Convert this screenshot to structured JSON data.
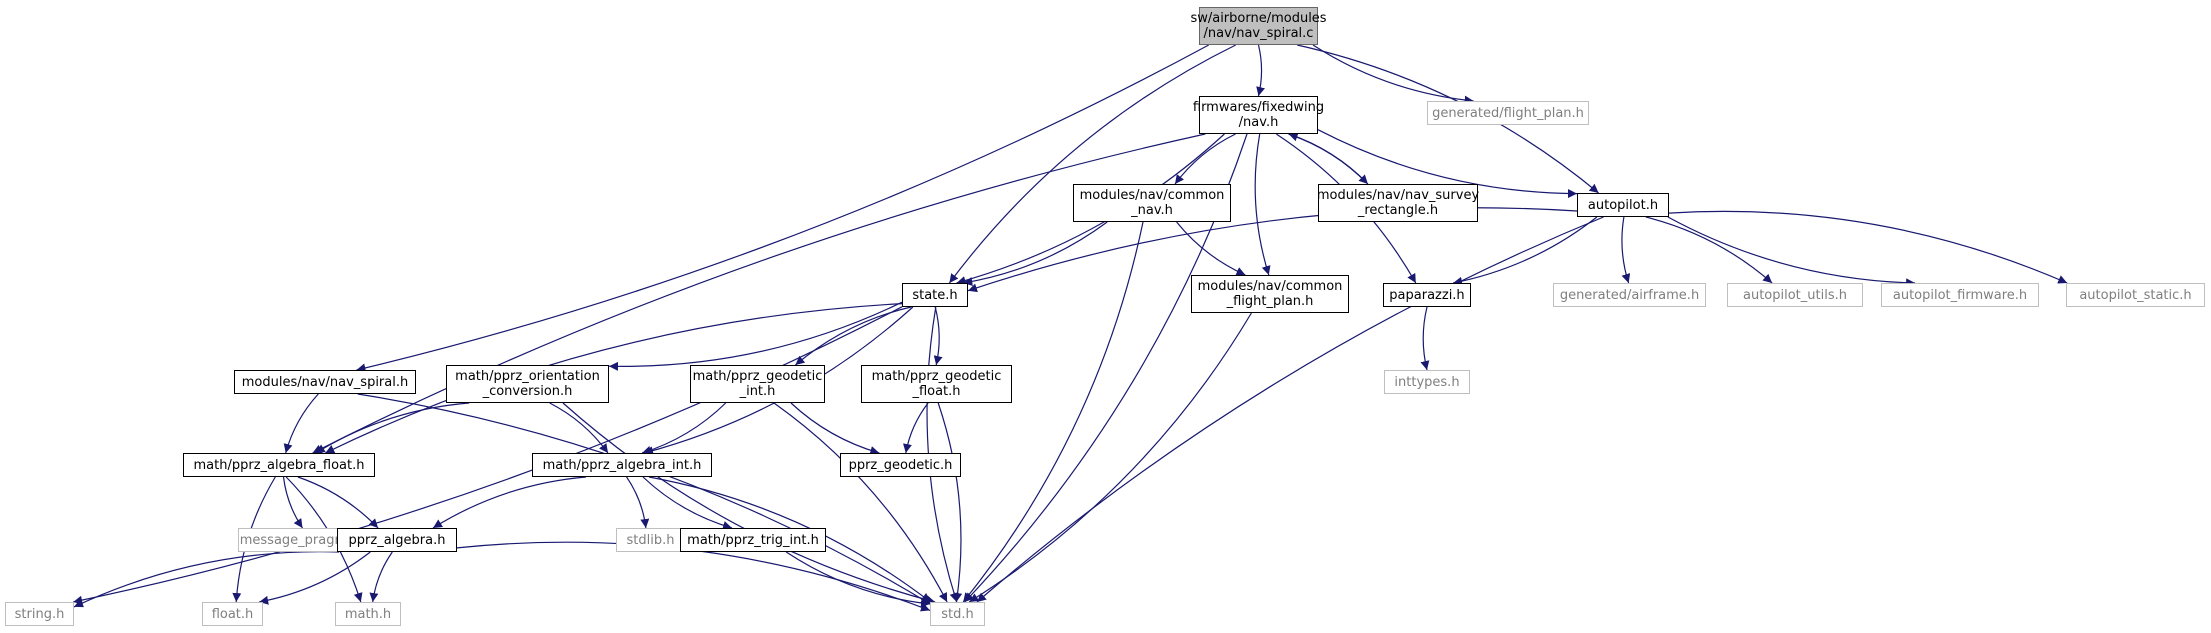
{
  "graph": {
    "root": "nav_spiral_c",
    "nodes": [
      {
        "id": "nav_spiral_c",
        "label": "sw/airborne/modules\n/nav/nav_spiral.c",
        "style": "root"
      },
      {
        "id": "nav_h",
        "label": "firmwares/fixedwing\n/nav.h",
        "style": "link"
      },
      {
        "id": "flight_plan_h",
        "label": "generated/flight_plan.h",
        "style": "gray"
      },
      {
        "id": "common_nav_h",
        "label": "modules/nav/common\n_nav.h",
        "style": "link"
      },
      {
        "id": "survey_rect_h",
        "label": "modules/nav/nav_survey\n_rectangle.h",
        "style": "link"
      },
      {
        "id": "autopilot_h",
        "label": "autopilot.h",
        "style": "link"
      },
      {
        "id": "state_h",
        "label": "state.h",
        "style": "link"
      },
      {
        "id": "common_fp_h",
        "label": "modules/nav/common\n_flight_plan.h",
        "style": "link"
      },
      {
        "id": "paparazzi_h",
        "label": "paparazzi.h",
        "style": "link"
      },
      {
        "id": "airframe_h",
        "label": "generated/airframe.h",
        "style": "gray"
      },
      {
        "id": "ap_utils_h",
        "label": "autopilot_utils.h",
        "style": "gray"
      },
      {
        "id": "ap_firmware_h",
        "label": "autopilot_firmware.h",
        "style": "gray"
      },
      {
        "id": "ap_static_h",
        "label": "autopilot_static.h",
        "style": "gray"
      },
      {
        "id": "nav_spiral_h",
        "label": "modules/nav/nav_spiral.h",
        "style": "link"
      },
      {
        "id": "orient_conv_h",
        "label": "math/pprz_orientation\n_conversion.h",
        "style": "link"
      },
      {
        "id": "geo_int_h",
        "label": "math/pprz_geodetic\n_int.h",
        "style": "link"
      },
      {
        "id": "geo_float_h",
        "label": "math/pprz_geodetic\n_float.h",
        "style": "link"
      },
      {
        "id": "inttypes_h",
        "label": "inttypes.h",
        "style": "gray"
      },
      {
        "id": "alg_float_h",
        "label": "math/pprz_algebra_float.h",
        "style": "link"
      },
      {
        "id": "alg_int_h",
        "label": "math/pprz_algebra_int.h",
        "style": "link"
      },
      {
        "id": "pprz_geodetic_h",
        "label": "pprz_geodetic.h",
        "style": "link"
      },
      {
        "id": "msg_pragmas_h",
        "label": "message_pragmas.h",
        "style": "gray"
      },
      {
        "id": "pprz_algebra_h",
        "label": "pprz_algebra.h",
        "style": "link"
      },
      {
        "id": "stdlib_h",
        "label": "stdlib.h",
        "style": "gray"
      },
      {
        "id": "trig_int_h",
        "label": "math/pprz_trig_int.h",
        "style": "link"
      },
      {
        "id": "string_h",
        "label": "string.h",
        "style": "gray"
      },
      {
        "id": "float_h",
        "label": "float.h",
        "style": "gray"
      },
      {
        "id": "math_h",
        "label": "math.h",
        "style": "gray"
      },
      {
        "id": "std_h",
        "label": "std.h",
        "style": "gray"
      }
    ],
    "edges": [
      [
        "nav_spiral_c",
        "nav_h"
      ],
      [
        "nav_spiral_c",
        "flight_plan_h"
      ],
      [
        "nav_spiral_c",
        "autopilot_h"
      ],
      [
        "nav_spiral_c",
        "state_h"
      ],
      [
        "nav_spiral_c",
        "nav_spiral_h"
      ],
      [
        "nav_h",
        "common_nav_h"
      ],
      [
        "nav_h",
        "survey_rect_h"
      ],
      [
        "nav_h",
        "autopilot_h"
      ],
      [
        "nav_h",
        "state_h"
      ],
      [
        "nav_h",
        "common_fp_h"
      ],
      [
        "nav_h",
        "paparazzi_h"
      ],
      [
        "nav_h",
        "alg_float_h"
      ],
      [
        "nav_h",
        "std_h"
      ],
      [
        "survey_rect_h",
        "nav_h"
      ],
      [
        "common_nav_h",
        "state_h"
      ],
      [
        "common_nav_h",
        "common_fp_h"
      ],
      [
        "common_nav_h",
        "std_h"
      ],
      [
        "autopilot_h",
        "state_h"
      ],
      [
        "autopilot_h",
        "paparazzi_h"
      ],
      [
        "autopilot_h",
        "airframe_h"
      ],
      [
        "autopilot_h",
        "ap_utils_h"
      ],
      [
        "autopilot_h",
        "ap_firmware_h"
      ],
      [
        "autopilot_h",
        "ap_static_h"
      ],
      [
        "autopilot_h",
        "std_h"
      ],
      [
        "common_fp_h",
        "std_h"
      ],
      [
        "paparazzi_h",
        "inttypes_h"
      ],
      [
        "state_h",
        "orient_conv_h"
      ],
      [
        "state_h",
        "geo_int_h"
      ],
      [
        "state_h",
        "geo_float_h"
      ],
      [
        "state_h",
        "alg_float_h"
      ],
      [
        "state_h",
        "alg_int_h"
      ],
      [
        "state_h",
        "std_h"
      ],
      [
        "state_h",
        "string_h"
      ],
      [
        "nav_spiral_h",
        "alg_float_h"
      ],
      [
        "nav_spiral_h",
        "std_h"
      ],
      [
        "orient_conv_h",
        "alg_float_h"
      ],
      [
        "orient_conv_h",
        "alg_int_h"
      ],
      [
        "orient_conv_h",
        "std_h"
      ],
      [
        "geo_int_h",
        "alg_int_h"
      ],
      [
        "geo_int_h",
        "pprz_geodetic_h"
      ],
      [
        "geo_int_h",
        "std_h"
      ],
      [
        "geo_float_h",
        "pprz_geodetic_h"
      ],
      [
        "geo_float_h",
        "std_h"
      ],
      [
        "alg_float_h",
        "msg_pragmas_h"
      ],
      [
        "alg_float_h",
        "pprz_algebra_h"
      ],
      [
        "alg_float_h",
        "float_h"
      ],
      [
        "alg_float_h",
        "math_h"
      ],
      [
        "alg_int_h",
        "pprz_algebra_h"
      ],
      [
        "alg_int_h",
        "stdlib_h"
      ],
      [
        "alg_int_h",
        "trig_int_h"
      ],
      [
        "alg_int_h",
        "std_h"
      ],
      [
        "pprz_algebra_h",
        "string_h"
      ],
      [
        "pprz_algebra_h",
        "float_h"
      ],
      [
        "pprz_algebra_h",
        "math_h"
      ],
      [
        "pprz_algebra_h",
        "std_h"
      ],
      [
        "trig_int_h",
        "std_h"
      ]
    ],
    "colors": {
      "edge": "#191970",
      "node_border": "#000000",
      "gray_border": "#bfbfbf",
      "gray_text": "#7f7f7f",
      "root_fill": "#bfbfbf"
    }
  }
}
